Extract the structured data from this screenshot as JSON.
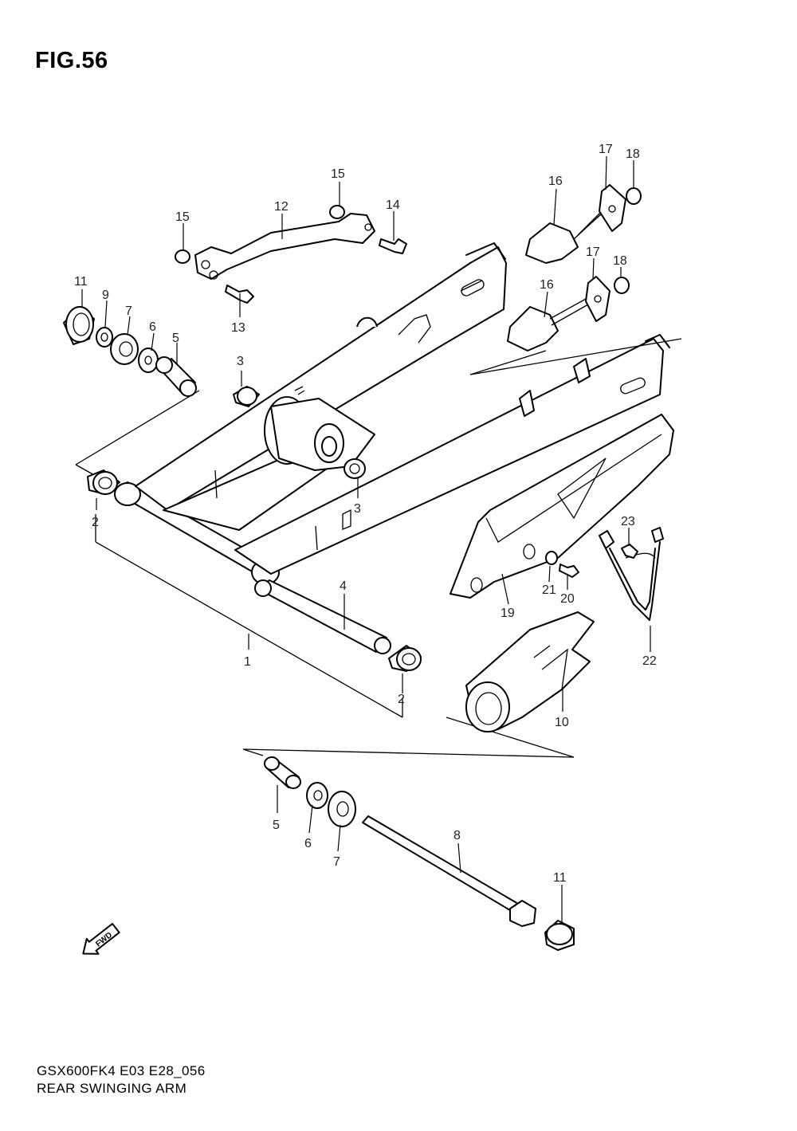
{
  "figure": {
    "title": "FIG.56"
  },
  "callouts": [
    {
      "id": "c1",
      "label": "1"
    },
    {
      "id": "c2a",
      "label": "2"
    },
    {
      "id": "c2b",
      "label": "2"
    },
    {
      "id": "c3a",
      "label": "3"
    },
    {
      "id": "c3b",
      "label": "3"
    },
    {
      "id": "c4",
      "label": "4"
    },
    {
      "id": "c5a",
      "label": "5"
    },
    {
      "id": "c5b",
      "label": "5"
    },
    {
      "id": "c6a",
      "label": "6"
    },
    {
      "id": "c6b",
      "label": "6"
    },
    {
      "id": "c7a",
      "label": "7"
    },
    {
      "id": "c7b",
      "label": "7"
    },
    {
      "id": "c8",
      "label": "8"
    },
    {
      "id": "c9",
      "label": "9"
    },
    {
      "id": "c10",
      "label": "10"
    },
    {
      "id": "c11a",
      "label": "11"
    },
    {
      "id": "c11b",
      "label": "11"
    },
    {
      "id": "c12",
      "label": "12"
    },
    {
      "id": "c13",
      "label": "13"
    },
    {
      "id": "c14",
      "label": "14"
    },
    {
      "id": "c15a",
      "label": "15"
    },
    {
      "id": "c15b",
      "label": "15"
    },
    {
      "id": "c16a",
      "label": "16"
    },
    {
      "id": "c16b",
      "label": "16"
    },
    {
      "id": "c17a",
      "label": "17"
    },
    {
      "id": "c17b",
      "label": "17"
    },
    {
      "id": "c18a",
      "label": "18"
    },
    {
      "id": "c18b",
      "label": "18"
    },
    {
      "id": "c19",
      "label": "19"
    },
    {
      "id": "c20",
      "label": "20"
    },
    {
      "id": "c21",
      "label": "21"
    },
    {
      "id": "c22",
      "label": "22"
    },
    {
      "id": "c23",
      "label": "23"
    }
  ],
  "fwd_marker": {
    "label": "FWD",
    "icon": "fwd-arrow-icon"
  },
  "footer": {
    "model_code": "GSX600FK4 E03 E28_056",
    "caption": "REAR SWINGING ARM"
  }
}
